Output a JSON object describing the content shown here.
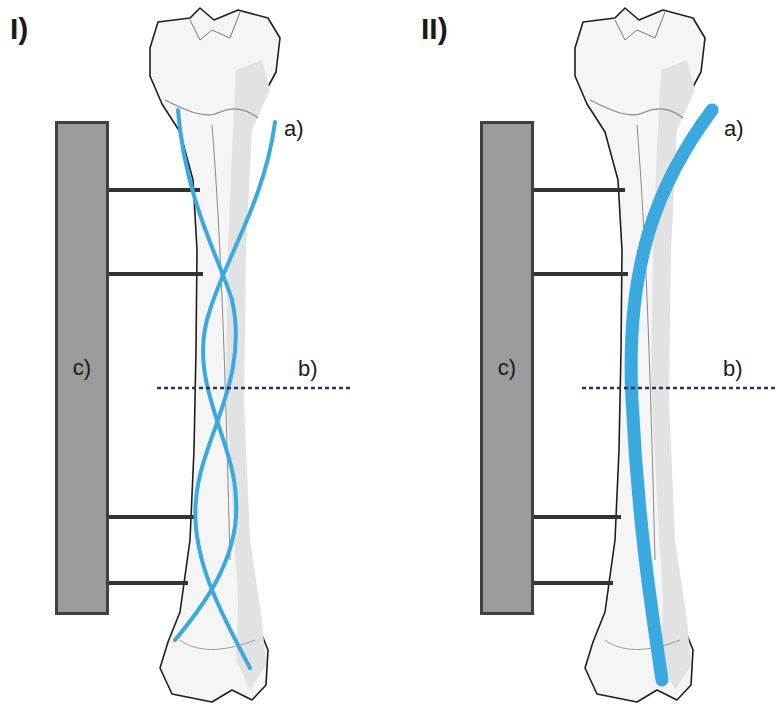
{
  "diagram": {
    "nodes": [
      {
        "text": [
          "c)"
        ]
      },
      {
        "text": [
          "c)"
        ]
      }
    ],
    "labels": [
      "I)",
      "a)",
      "b)",
      "II)",
      "a)",
      "b)"
    ]
  }
}
